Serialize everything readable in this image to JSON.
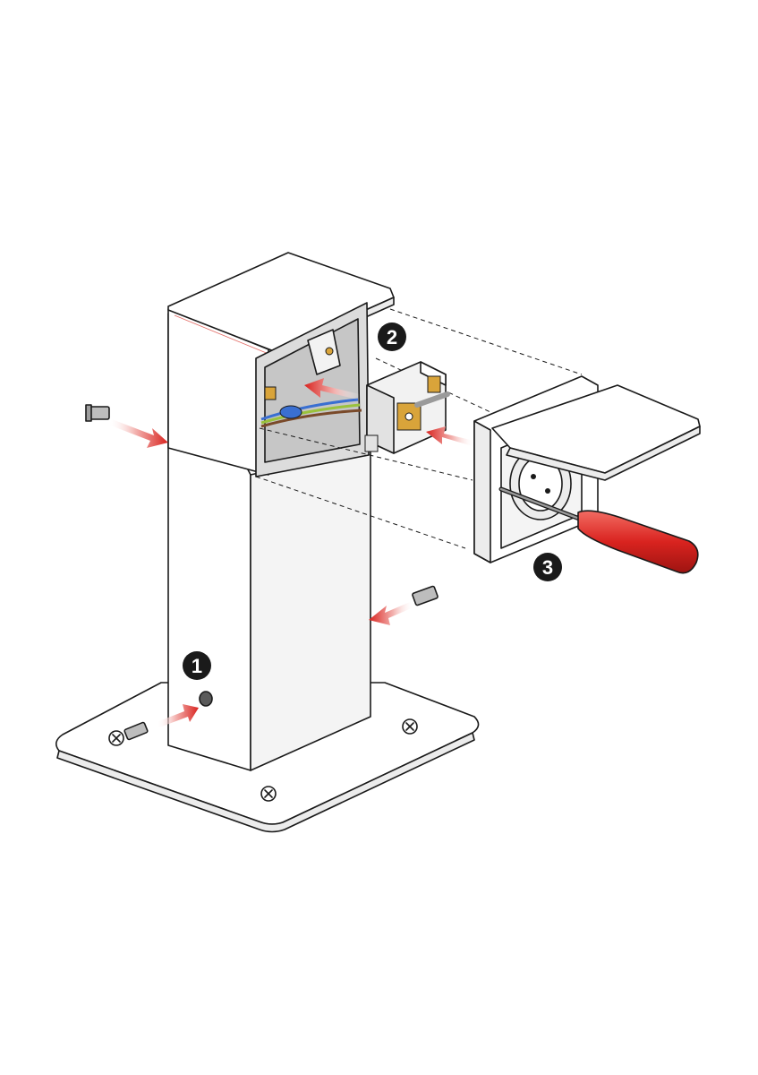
{
  "diagram": {
    "colors": {
      "outline": "#1a1a1a",
      "body": "#ffffff",
      "shade": "#ececec",
      "arrow": "#d9231f",
      "handle": "#d9231f",
      "brass": "#d9a43a",
      "wire_blue": "#3a6fd1",
      "wire_brown": "#7a4a2a",
      "wire_earth": "#9ac23c",
      "badge": "#1a1a1a"
    },
    "steps": [
      {
        "number": "1"
      },
      {
        "number": "2"
      },
      {
        "number": "3"
      }
    ]
  }
}
